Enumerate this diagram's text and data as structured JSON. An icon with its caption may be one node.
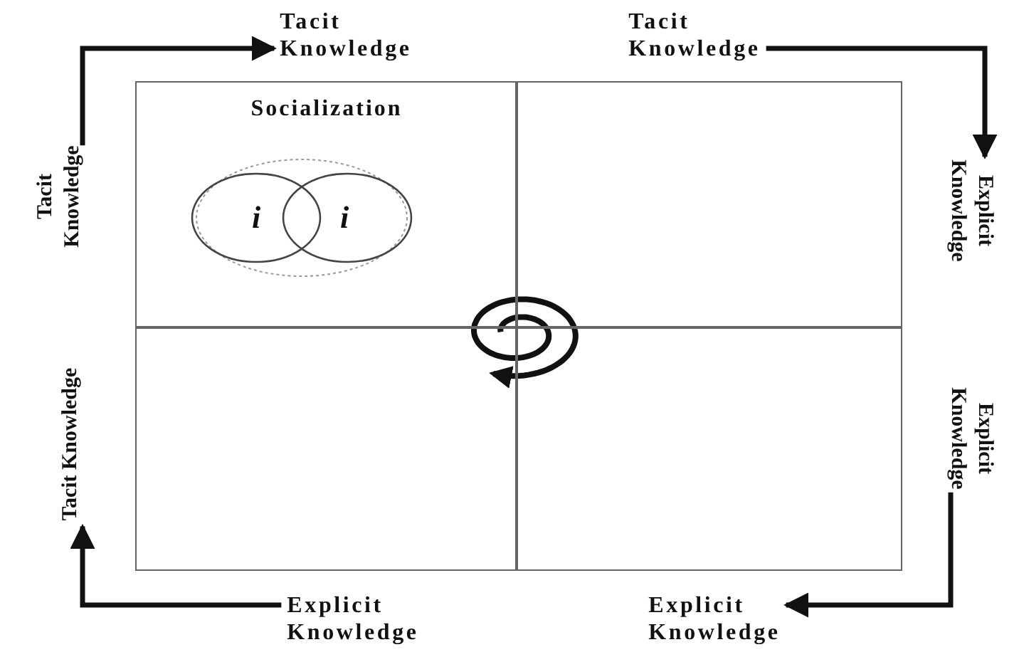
{
  "diagram": {
    "nodes": [
      {
        "text": [
          "Socialization"
        ]
      },
      {
        "text": [],
        "shape": "box"
      },
      {
        "text": [],
        "shape": "box"
      },
      {
        "text": [],
        "shape": "box"
      },
      {
        "text": [
          "Tacit Knowledge"
        ]
      },
      {
        "text": [
          "Tacit Knowledge"
        ]
      },
      {
        "text": [
          "Explicit Knowledge"
        ]
      },
      {
        "text": [
          "Explicit Knowledge"
        ]
      },
      {
        "text": [
          "Explicit Knowledge"
        ]
      },
      {
        "text": [
          "Explicit Knowledge"
        ]
      },
      {
        "text": [
          "Tacit Knowledge"
        ]
      },
      {
        "text": [
          "Tacit Knowledge"
        ]
      }
    ],
    "edges": [
      {
        "from": 11,
        "to": 4,
        "arrow": "to"
      },
      {
        "from": 5,
        "to": 6,
        "arrow": "to"
      },
      {
        "from": 7,
        "to": 8,
        "arrow": "to"
      },
      {
        "from": 9,
        "to": 10,
        "arrow": "to"
      }
    ],
    "labels": [
      "i",
      "i"
    ]
  }
}
